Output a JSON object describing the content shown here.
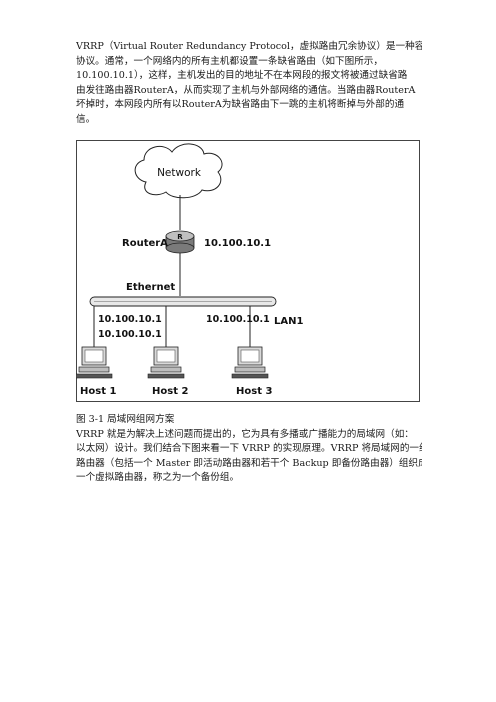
{
  "para1": {
    "lines": [
      "VRRP（Virtual Router Redundancy Protocol，虚拟路由冗余协议）是一种容错",
      "协议。通常，一个网络内的所有主机都设置一条缺省路由（如下图所示，",
      "10.100.10.1），这样，主机发出的目的地址不在本网段的报文将被通过缺省路",
      "由发往路由器RouterA，从而实现了主机与外部网络的通信。当路由器RouterA",
      "坏掉时，本网段内所有以RouterA为缺省路由下一跳的主机将断掉与外部的通",
      "信。"
    ]
  },
  "figure": {
    "network_label": "Network",
    "router_label": "RouterA",
    "router_ip": "10.100.10.1",
    "router_glyph": "R",
    "ethernet_label": "Ethernet",
    "lan_label": "LAN1",
    "host_ips": [
      "10.100.10.1",
      "10.100.10.1",
      "10.100.10.1"
    ],
    "hosts": [
      "Host 1",
      "Host 2",
      "Host 3"
    ]
  },
  "para2": {
    "lines": [
      "图 3-1 局域网组网方案",
      "VRRP 就是为解决上述问题而提出的，它为具有多播或广播能力的局域网（如：",
      "以太网）设计。我们结合下图来看一下 VRRP 的实现原理。VRRP 将局域网的一组",
      "路由器（包括一个 Master 即活动路由器和若干个 Backup 即备份路由器）组织成",
      "一个虚拟路由器，称之为一个备份组。"
    ]
  }
}
